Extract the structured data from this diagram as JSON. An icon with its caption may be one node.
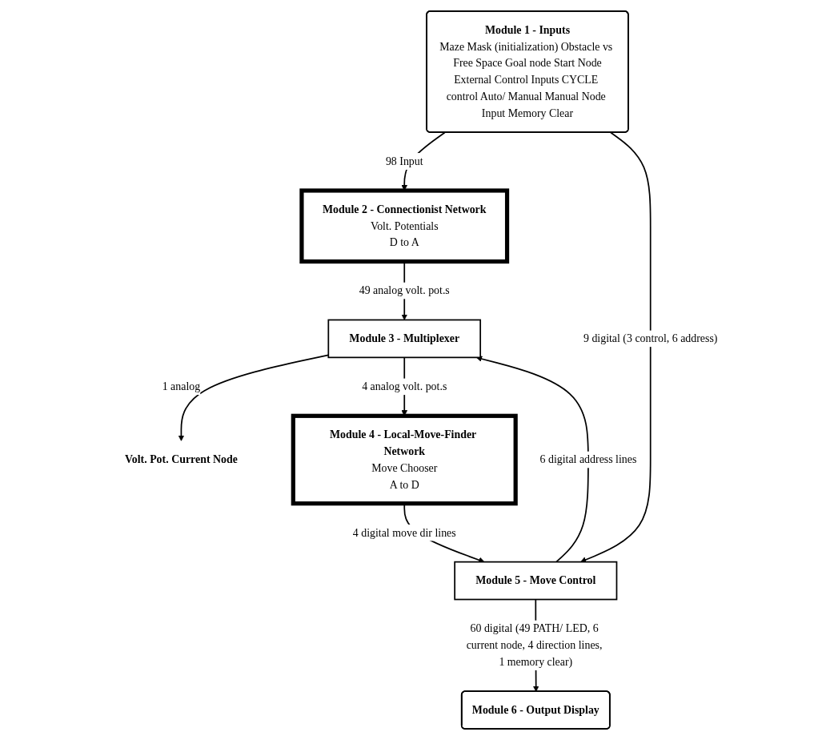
{
  "diagram": {
    "nodes": [
      {
        "text": [
          "Module 1 - Inputs",
          "Maze Mask (initialization) Obstacle vs Free Space Goal node Start Node",
          "External Control Inputs CYCLE control Auto/ Manual Manual Node Input Memory Clear"
        ]
      },
      {
        "text": [
          "Module 2 - Connectionist Network",
          "Volt. Potentials",
          "D to A"
        ]
      },
      {
        "text": [
          "Module 3 - Multiplexer"
        ]
      },
      {
        "text": [
          "Volt. Pot. Current Node"
        ]
      },
      {
        "text": [
          "Module 5 - Move Control"
        ]
      },
      {
        "text": [
          "Module 4 - Local-Move-Finder Network",
          "Move Chooser",
          "A to D"
        ]
      },
      {
        "text": [
          "Module 6 - Output Display"
        ]
      }
    ],
    "edges": [
      {
        "from": 0,
        "to": 1,
        "arrow": "to",
        "label": "98 Input"
      },
      {
        "from": 1,
        "to": 2,
        "arrow": "to",
        "label": "49 analog volt. pot.s"
      },
      {
        "from": 2,
        "to": 3,
        "arrow": "to",
        "label": "1 analog"
      },
      {
        "from": 0,
        "to": 4,
        "arrow": "to",
        "label": "9 digital (3 control, 6 address)"
      },
      {
        "from": 4,
        "to": 2,
        "arrow": "to",
        "label": "6 digital address lines"
      },
      {
        "from": 2,
        "to": 5,
        "arrow": "to",
        "label": "4 analog volt. pot.s"
      },
      {
        "from": 5,
        "to": 4,
        "arrow": "to",
        "label": "4 digital move dir lines"
      },
      {
        "from": 4,
        "to": 6,
        "arrow": "to",
        "label": "60 digital (49 PATH/ LED, 6 current node, 4 direction lines, 1 memory clear)"
      }
    ]
  }
}
